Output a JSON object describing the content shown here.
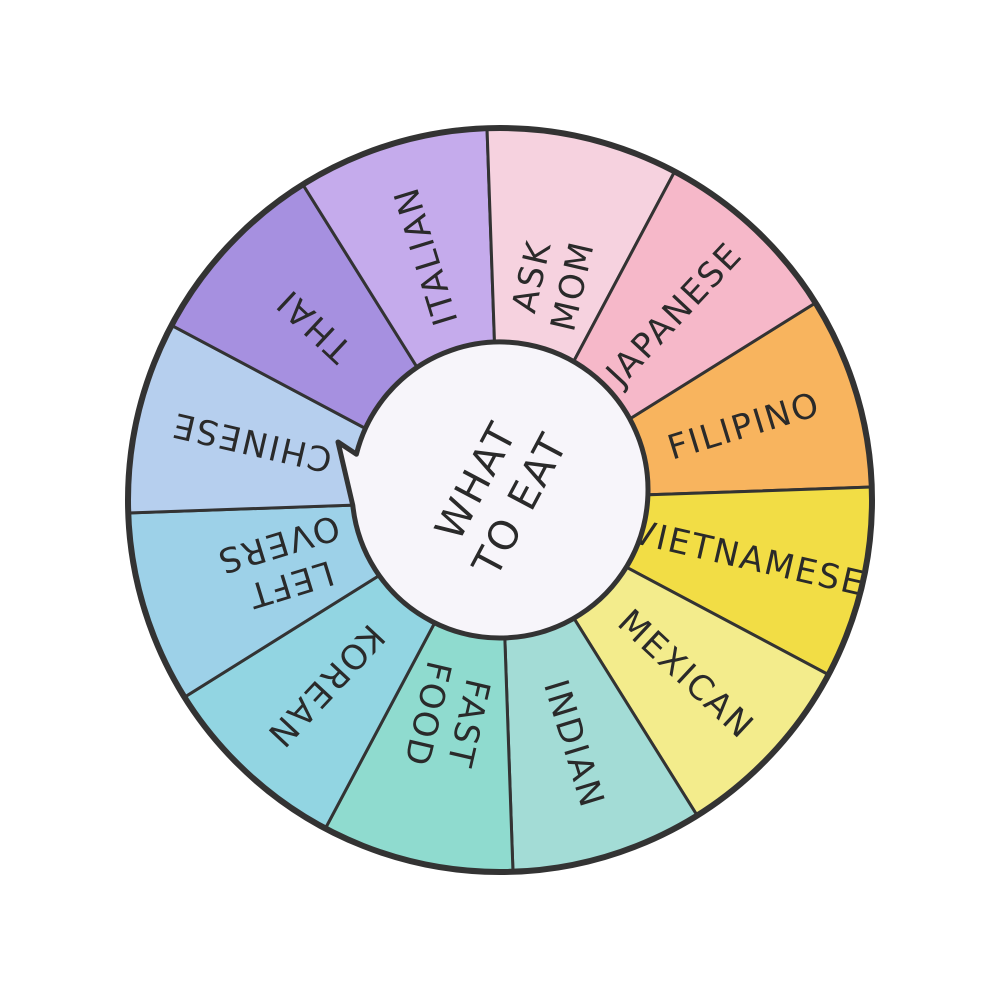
{
  "pin": {
    "title_lines": [
      "WHAT",
      "TO EAT"
    ],
    "border_color": "#333333",
    "bubble_color": "#f7f5fa",
    "segments": [
      {
        "lines": [
          "FILIPINO"
        ],
        "color": "#f8b45e"
      },
      {
        "lines": [
          "VIETNAMESE"
        ],
        "color": "#f2dd45"
      },
      {
        "lines": [
          "MEXICAN"
        ],
        "color": "#f3ec8c"
      },
      {
        "lines": [
          "INDIAN"
        ],
        "color": "#a3dcd6"
      },
      {
        "lines": [
          "FAST",
          "FOOD"
        ],
        "color": "#8fdbcf"
      },
      {
        "lines": [
          "KOREAN"
        ],
        "color": "#92d5e2"
      },
      {
        "lines": [
          "LEFT",
          "OVERS"
        ],
        "color": "#9dd1e8"
      },
      {
        "lines": [
          "CHINESE"
        ],
        "color": "#b6cfee"
      },
      {
        "lines": [
          "THAI"
        ],
        "color": "#a690e0"
      },
      {
        "lines": [
          "ITALIAN"
        ],
        "color": "#c5abec"
      },
      {
        "lines": [
          "ASK",
          "MOM"
        ],
        "color": "#f6d2df"
      },
      {
        "lines": [
          "JAPANESE"
        ],
        "color": "#f6b8c9"
      }
    ]
  }
}
